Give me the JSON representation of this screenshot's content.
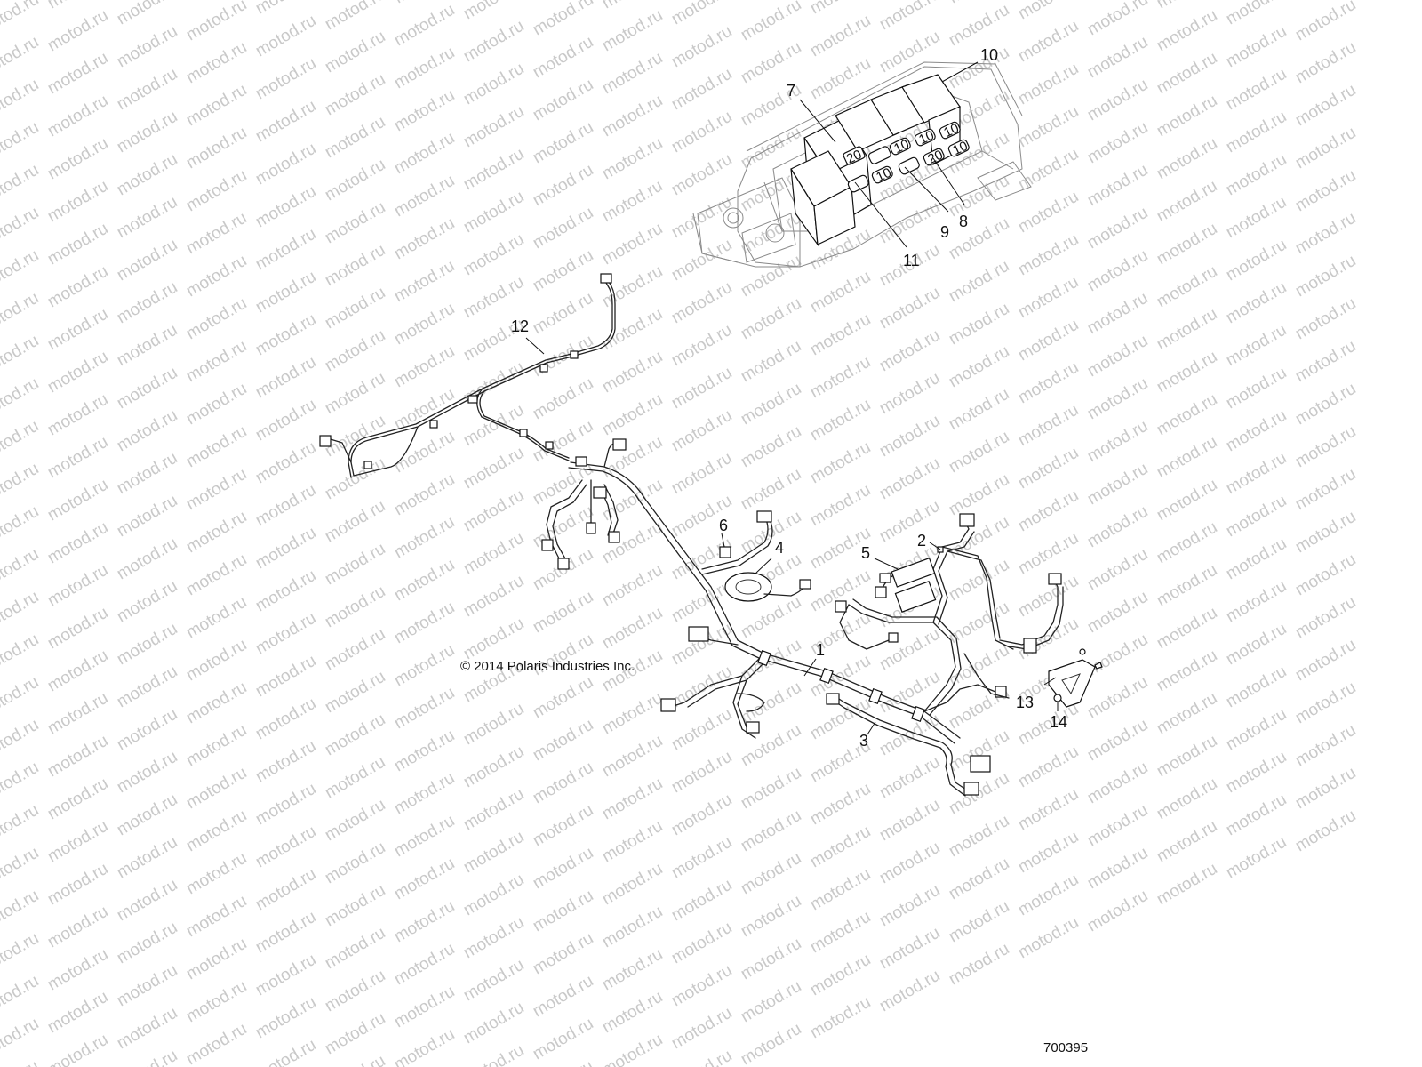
{
  "watermark": {
    "text": "motod.ru"
  },
  "copyright": "© 2014 Polaris Industries Inc.",
  "figure_number": "700395",
  "callouts": {
    "c1": "1",
    "c2": "2",
    "c3": "3",
    "c4": "4",
    "c5": "5",
    "c6": "6",
    "c7": "7",
    "c8": "8",
    "c9": "9",
    "c10": "10",
    "c11": "11",
    "c12": "12",
    "c13": "13",
    "c14": "14"
  },
  "fuse_labels": {
    "f20": "20",
    "f10a": "10",
    "f10b": "10",
    "f10c": "10",
    "f10d": "10",
    "f20b": "20",
    "f10e": "10"
  }
}
